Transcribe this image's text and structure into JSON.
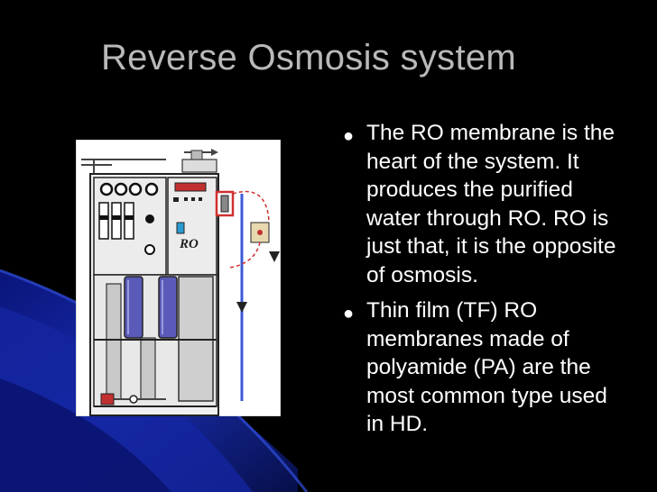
{
  "slide": {
    "title": "Reverse Osmosis system",
    "bullets": [
      "The RO membrane is the heart of the system. It produces the purified water through RO. RO is just that, it is the opposite of osmosis.",
      "Thin film (TF) RO membranes made of polyamide (PA) are the most common type used in HD."
    ],
    "diagram": {
      "panel_label": "RO"
    }
  },
  "colors": {
    "background": "#000000",
    "wave_blue": "#1a2fb8",
    "title": "#b9b9b9",
    "text": "#ffffff",
    "pipe_blue": "#3a5ad8",
    "membrane_purple": "#5a5ab8",
    "accent_red": "#d03030"
  }
}
